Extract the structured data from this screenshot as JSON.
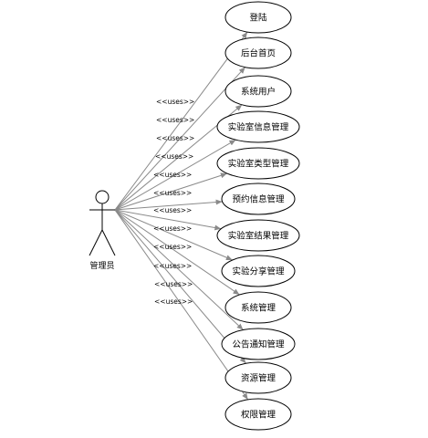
{
  "actor": {
    "name": "管理员"
  },
  "relationship_label": "<<uses>>",
  "use_cases": [
    "登陆",
    "后台首页",
    "系统用户",
    "实验室信息管理",
    "实验室类型管理",
    "预约信息管理",
    "实验室结果管理",
    "实验分享管理",
    "系统管理",
    "公告通知管理",
    "资源管理",
    "权限管理"
  ]
}
